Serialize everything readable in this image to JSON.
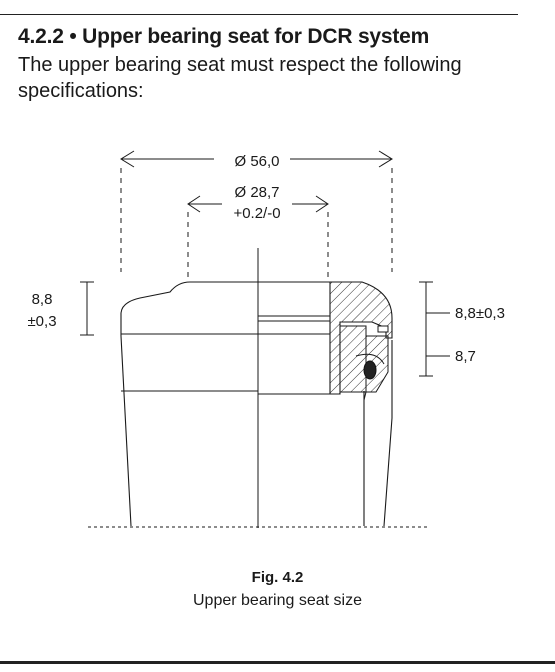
{
  "section": {
    "title": "4.2.2 • Upper bearing seat for DCR system",
    "intro": "The upper bearing seat must respect the following specifications:"
  },
  "figure": {
    "dimensions": {
      "outer_diameter": "Ø 56,0",
      "inner_diameter": "Ø 28,7",
      "inner_tolerance": "+0.2/-0",
      "left_height_value": "8,8",
      "left_height_tolerance": "±0,3",
      "right_upper_dimension": "8,8±0,3",
      "right_lower_dimension": "8,7"
    },
    "caption_label": "Fig. 4.2",
    "caption_text": "Upper bearing seat size"
  },
  "colors": {
    "line": "#1a1a1a",
    "hatch": "#333333"
  }
}
